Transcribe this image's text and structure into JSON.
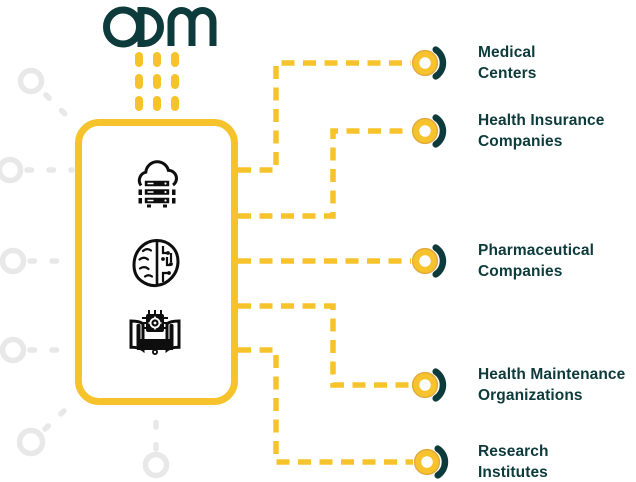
{
  "logo": {
    "text": "ODM"
  },
  "hub": {
    "icons": [
      {
        "name": "cloud-data-servers"
      },
      {
        "name": "ai-brain"
      },
      {
        "name": "machine-learning-book"
      }
    ]
  },
  "connections": [
    {
      "id": "medical-centers",
      "line1": "Medical",
      "line2": "Centers"
    },
    {
      "id": "health-insurance-companies",
      "line1": "Health Insurance",
      "line2": "Companies"
    },
    {
      "id": "pharmaceutical-companies",
      "line1": "Pharmaceutical",
      "line2": "Companies"
    },
    {
      "id": "health-maintenance-organizations",
      "line1": "Health Maintenance",
      "line2": "Organizations"
    },
    {
      "id": "research-institutes",
      "line1": "Research",
      "line2": "Institutes"
    }
  ],
  "colors": {
    "accent_yellow": "#F7C32D",
    "dark_teal": "#0D3A3A",
    "muted_gray": "#E8E8E8",
    "icon_black": "#0E0E0E"
  }
}
